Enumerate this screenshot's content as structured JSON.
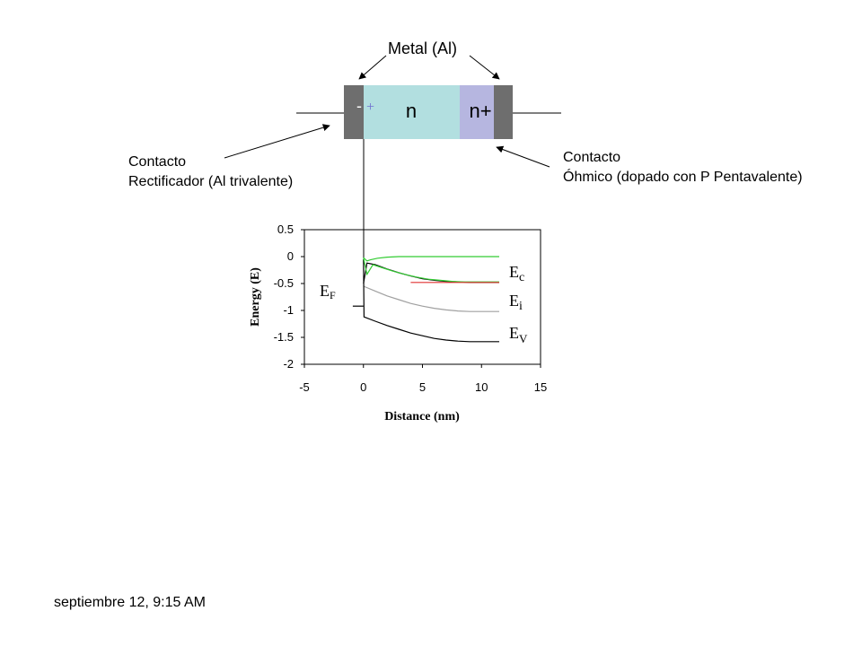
{
  "device": {
    "metal_label": "Metal (Al)",
    "n_label": "n",
    "nplus_label": "n+",
    "minus_sign": "-",
    "plus_sign": "+",
    "rectifier_contact": [
      "Contacto",
      "Rectificador (Al trivalente)"
    ],
    "ohmic_contact": [
      "Contacto",
      "Óhmico (dopado con P Pentavalente)"
    ],
    "colors": {
      "metal": "#6e6e6e",
      "n_region": "#b2dfe0",
      "nplus_region": "#b6b6e0",
      "plus_sign": "#7070d0"
    }
  },
  "chart_data": {
    "type": "line",
    "xlabel": "Distance (nm)",
    "ylabel": "Energy (E)",
    "xlim": [
      -5,
      15
    ],
    "ylim": [
      -2,
      0.5
    ],
    "xticks": [
      "-5",
      "0",
      "5",
      "10",
      "15"
    ],
    "yticks": [
      "0.5",
      "0",
      "-0.5",
      "-1",
      "-1.5",
      "-2"
    ],
    "grid": false,
    "series": [
      {
        "name": "Ec",
        "color": "#000000",
        "x": [
          0,
          0.3,
          1,
          2,
          3,
          4,
          5,
          6,
          7,
          8,
          9,
          10,
          11.5
        ],
        "y": [
          -0.5,
          -0.12,
          -0.15,
          -0.23,
          -0.3,
          -0.36,
          -0.41,
          -0.44,
          -0.46,
          -0.47,
          -0.48,
          -0.48,
          -0.48
        ]
      },
      {
        "name": "Ei",
        "color": "#a0a0a0",
        "x": [
          0,
          1,
          2,
          3,
          4,
          5,
          6,
          7,
          8,
          9,
          10,
          11.5
        ],
        "y": [
          -0.55,
          -0.64,
          -0.73,
          -0.8,
          -0.87,
          -0.92,
          -0.96,
          -0.99,
          -1.01,
          -1.02,
          -1.02,
          -1.02
        ]
      },
      {
        "name": "Ev",
        "color": "#000000",
        "x": [
          0,
          0.05,
          1,
          2,
          3,
          4,
          5,
          6,
          7,
          8,
          9,
          10,
          11.5
        ],
        "y": [
          -0.05,
          -1.12,
          -1.2,
          -1.28,
          -1.35,
          -1.42,
          -1.47,
          -1.52,
          -1.55,
          -1.57,
          -1.58,
          -1.58,
          -1.58
        ]
      },
      {
        "name": "EF",
        "color": "#000000",
        "x": [
          -0.9,
          0
        ],
        "y": [
          -0.92,
          -0.92
        ]
      },
      {
        "name": "green-upper",
        "color": "#33cc33",
        "x": [
          0,
          0.3,
          0.6,
          1.2,
          2,
          3,
          5,
          8,
          11.5
        ],
        "y": [
          -0.02,
          -0.08,
          -0.06,
          -0.03,
          -0.01,
          0,
          0,
          0,
          0
        ]
      },
      {
        "name": "green-lower",
        "color": "#33cc33",
        "x": [
          0,
          0.3,
          0.8,
          1.5,
          2.5,
          3.5,
          4.5,
          5.5,
          6.5,
          7.5,
          8.5,
          10,
          11.5
        ],
        "y": [
          -0.02,
          -0.33,
          -0.15,
          -0.2,
          -0.27,
          -0.33,
          -0.38,
          -0.42,
          -0.44,
          -0.46,
          -0.47,
          -0.47,
          -0.47
        ]
      },
      {
        "name": "red-level",
        "color": "#e03030",
        "x": [
          4,
          11.5
        ],
        "y": [
          -0.48,
          -0.48
        ]
      }
    ],
    "legend": {
      "ec": {
        "main": "E",
        "sub": "c"
      },
      "ei": {
        "main": "E",
        "sub": "i"
      },
      "ev": {
        "main": "E",
        "sub": "V"
      },
      "ef": {
        "main": "E",
        "sub": "F"
      }
    }
  },
  "footer": {
    "timestamp": "septiembre 12, 9:15 AM"
  }
}
